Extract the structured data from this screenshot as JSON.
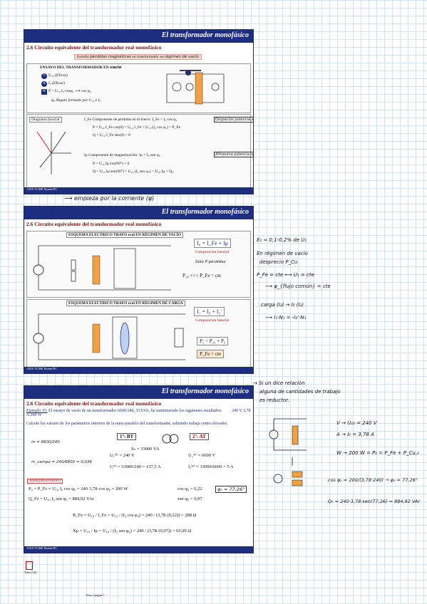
{
  "slides": [
    {
      "header": "El transformador monofásico",
      "section": "2.6 Circuito equivalente del transformador real monofásico",
      "subtitle_prefix": "Estudio",
      "subtitle_hw": "pérdidas magnéticas",
      "subtitle_suffix": "en transformador en",
      "subtitle_hw2": "régimen de vacío",
      "ensayo_title": "ENSAYO DEL TRANSFORMADOR EN",
      "ensayo_hw": "vacío",
      "meas": [
        {
          "btn": "V",
          "text": "U₁₀ (Eficaz)"
        },
        {
          "btn": "A",
          "text": "I₀ (Eficaz)"
        },
        {
          "btn": "W",
          "text": "P = U₁₀ I₀ cosφ₀ ⟶ cos φ₀"
        }
      ],
      "phi_note": "φ₀ Ángulo formado por U₁₀ e I₀",
      "diagram_label": "Diagrama fasorial",
      "comp_lines": [
        "I_Fe  Componente de pérdidas en el hierro: I_Fe = I₀ cos φ₀",
        "P = U₁₀ I_Fe cos(0) = U₁₀ I_Fe = U₁₀ (I₀ cos φ₀) = P_Fe",
        "Q = U₁₀ I_Fe sen(0) = 0"
      ],
      "comp2_lines": [
        "Iμ  Componente de magnetización: Iμ = I₀ sen φ₀",
        "P = U₁₀ Iμ cos(90°) = 0",
        "Q = U₁₀ Iμ sen(90°) = U₁₀ (I₀ sen φ₀) = U₁₀ Iμ = Q₀"
      ],
      "box1": "Disipación potencia activa",
      "box2": "Almacena potencia reactiva",
      "footer": "UEX  TCME  Bstein/PC",
      "handnote": "⟶ empieza por la corriente (φ)"
    },
    {
      "header": "El transformador monofásico",
      "section": "2.6 Circuito equivalente del transformador real monofásico",
      "label_top": "ESQUEMA ELECTRICO TRAFO real  EN RÉGIMEN DE VACÍO",
      "eq1": "I₀ = I_Fe + Iμ",
      "eq1_caption": "Composición fasorial",
      "solo_note": "Solo P pérdidas",
      "p_eq": "P₁₀ <<< P_Fe = cte",
      "label_bottom": "ESQUEMA ELECTRICO TRAFO real  EN RÉGIMEN DE CARGA",
      "eq2": "I₁ = I₀ + I₂'",
      "eq2_caption": "Composición fasorial",
      "eq3": "P₁ = P₂₁ + P₂",
      "eq4": "P_Fe = cte",
      "footer": "UEX  TCME  Bstein/PC"
    },
    {
      "header": "El transformador monofásico",
      "section": "2.6 Circuito equivalente del transformador real monofásico",
      "example_title": "Ejemplo 15:",
      "example_text": "El ensayo de vacío de un transformador 6600/240, 33 kVA, ha suministrado los siguientes resultados:",
      "results": "240 V    3,78 A    200 W",
      "question": "Calcule los valores de los parámetros internos de la rama paralelo del transformador, sabiendo trabaja como elevador.",
      "primary_label": "1º: BT",
      "secondary_label": "2º: AT",
      "sn": "Sₙ = 33000 VA",
      "u1": "U₁ᴮᵀ = 240 V",
      "u2": "U₂ᴬᵀ = 6600 V",
      "i1": "I₁ᴮᵀ = 33000/240 = 137,5 A",
      "i2": "I₂ᴬᵀ = 33000/6600 = 5 A",
      "analisis_label": "ANÁLISIS ENSAYO",
      "p0": "P₀ = P_Fe = U₁₀ I₀ cos φ₀ = 240·3,78·cos φ₀ = 200 W",
      "cos": "cos φ₀ = 0,22",
      "phi_result": "φ₀ = 77,26°",
      "q0": "Q_Fe = U₁₀ I₀ sen φ₀ = 884,92 VAr",
      "sen": "sen φ₀ = 0,97",
      "rfe": "R_Fe = U₁₀ / I_Fe = U₁₀ / (I₀ cos φ₀) = 240 / (3,78·(0,22)) = 288 Ω",
      "xmu": "Xμ = U₁₀ / Iμ = U₁₀ / (I₀ sen φ₀) = 240 / (3,78·(0,97)) = 65,09 Ω",
      "left_hw": [
        "m = 6600/240",
        "m_campo = 240/6600 = 0,036"
      ],
      "footer": "UEX  TCME  Bstein/PC"
    }
  ],
  "side_notes_1": [
    "E₁ ≈ 0,1-0,2% de U₁",
    "En régimen de vacío",
    "desprecio P_Cu",
    "P_Fe = cte ⟷ U₁ = cte",
    "⟶ φ_{flujo común} = cte",
    "carga (I₂) → I₀ (I₂)",
    "⟶ I₁·N₁ = -I₂'·N₁"
  ],
  "side_notes_2": [
    "→ Si un dice relación",
    "alguna de cantidades de trabajo",
    "es reductor."
  ],
  "side_results": [
    "V → U₁₀ = 240 V",
    "A → I₀ = 3,78 A",
    "W → 200 W = P₀ = P_Fe + P_Cu,₀"
  ],
  "side_calc": [
    "cos φ₀ = 200/(3,78·240) → φ₀ = 77,26°",
    "Q₀ = 240·3,78·sen(77,26) = 884,92 VAr"
  ],
  "bottom_stamp": "Tema 2 (6)",
  "bottom_page": "Tema 2 página 7",
  "colors": {
    "header": "#1d2d80",
    "section": "#7a1010",
    "grid": "#cfe3f3",
    "ink": "#111111"
  }
}
